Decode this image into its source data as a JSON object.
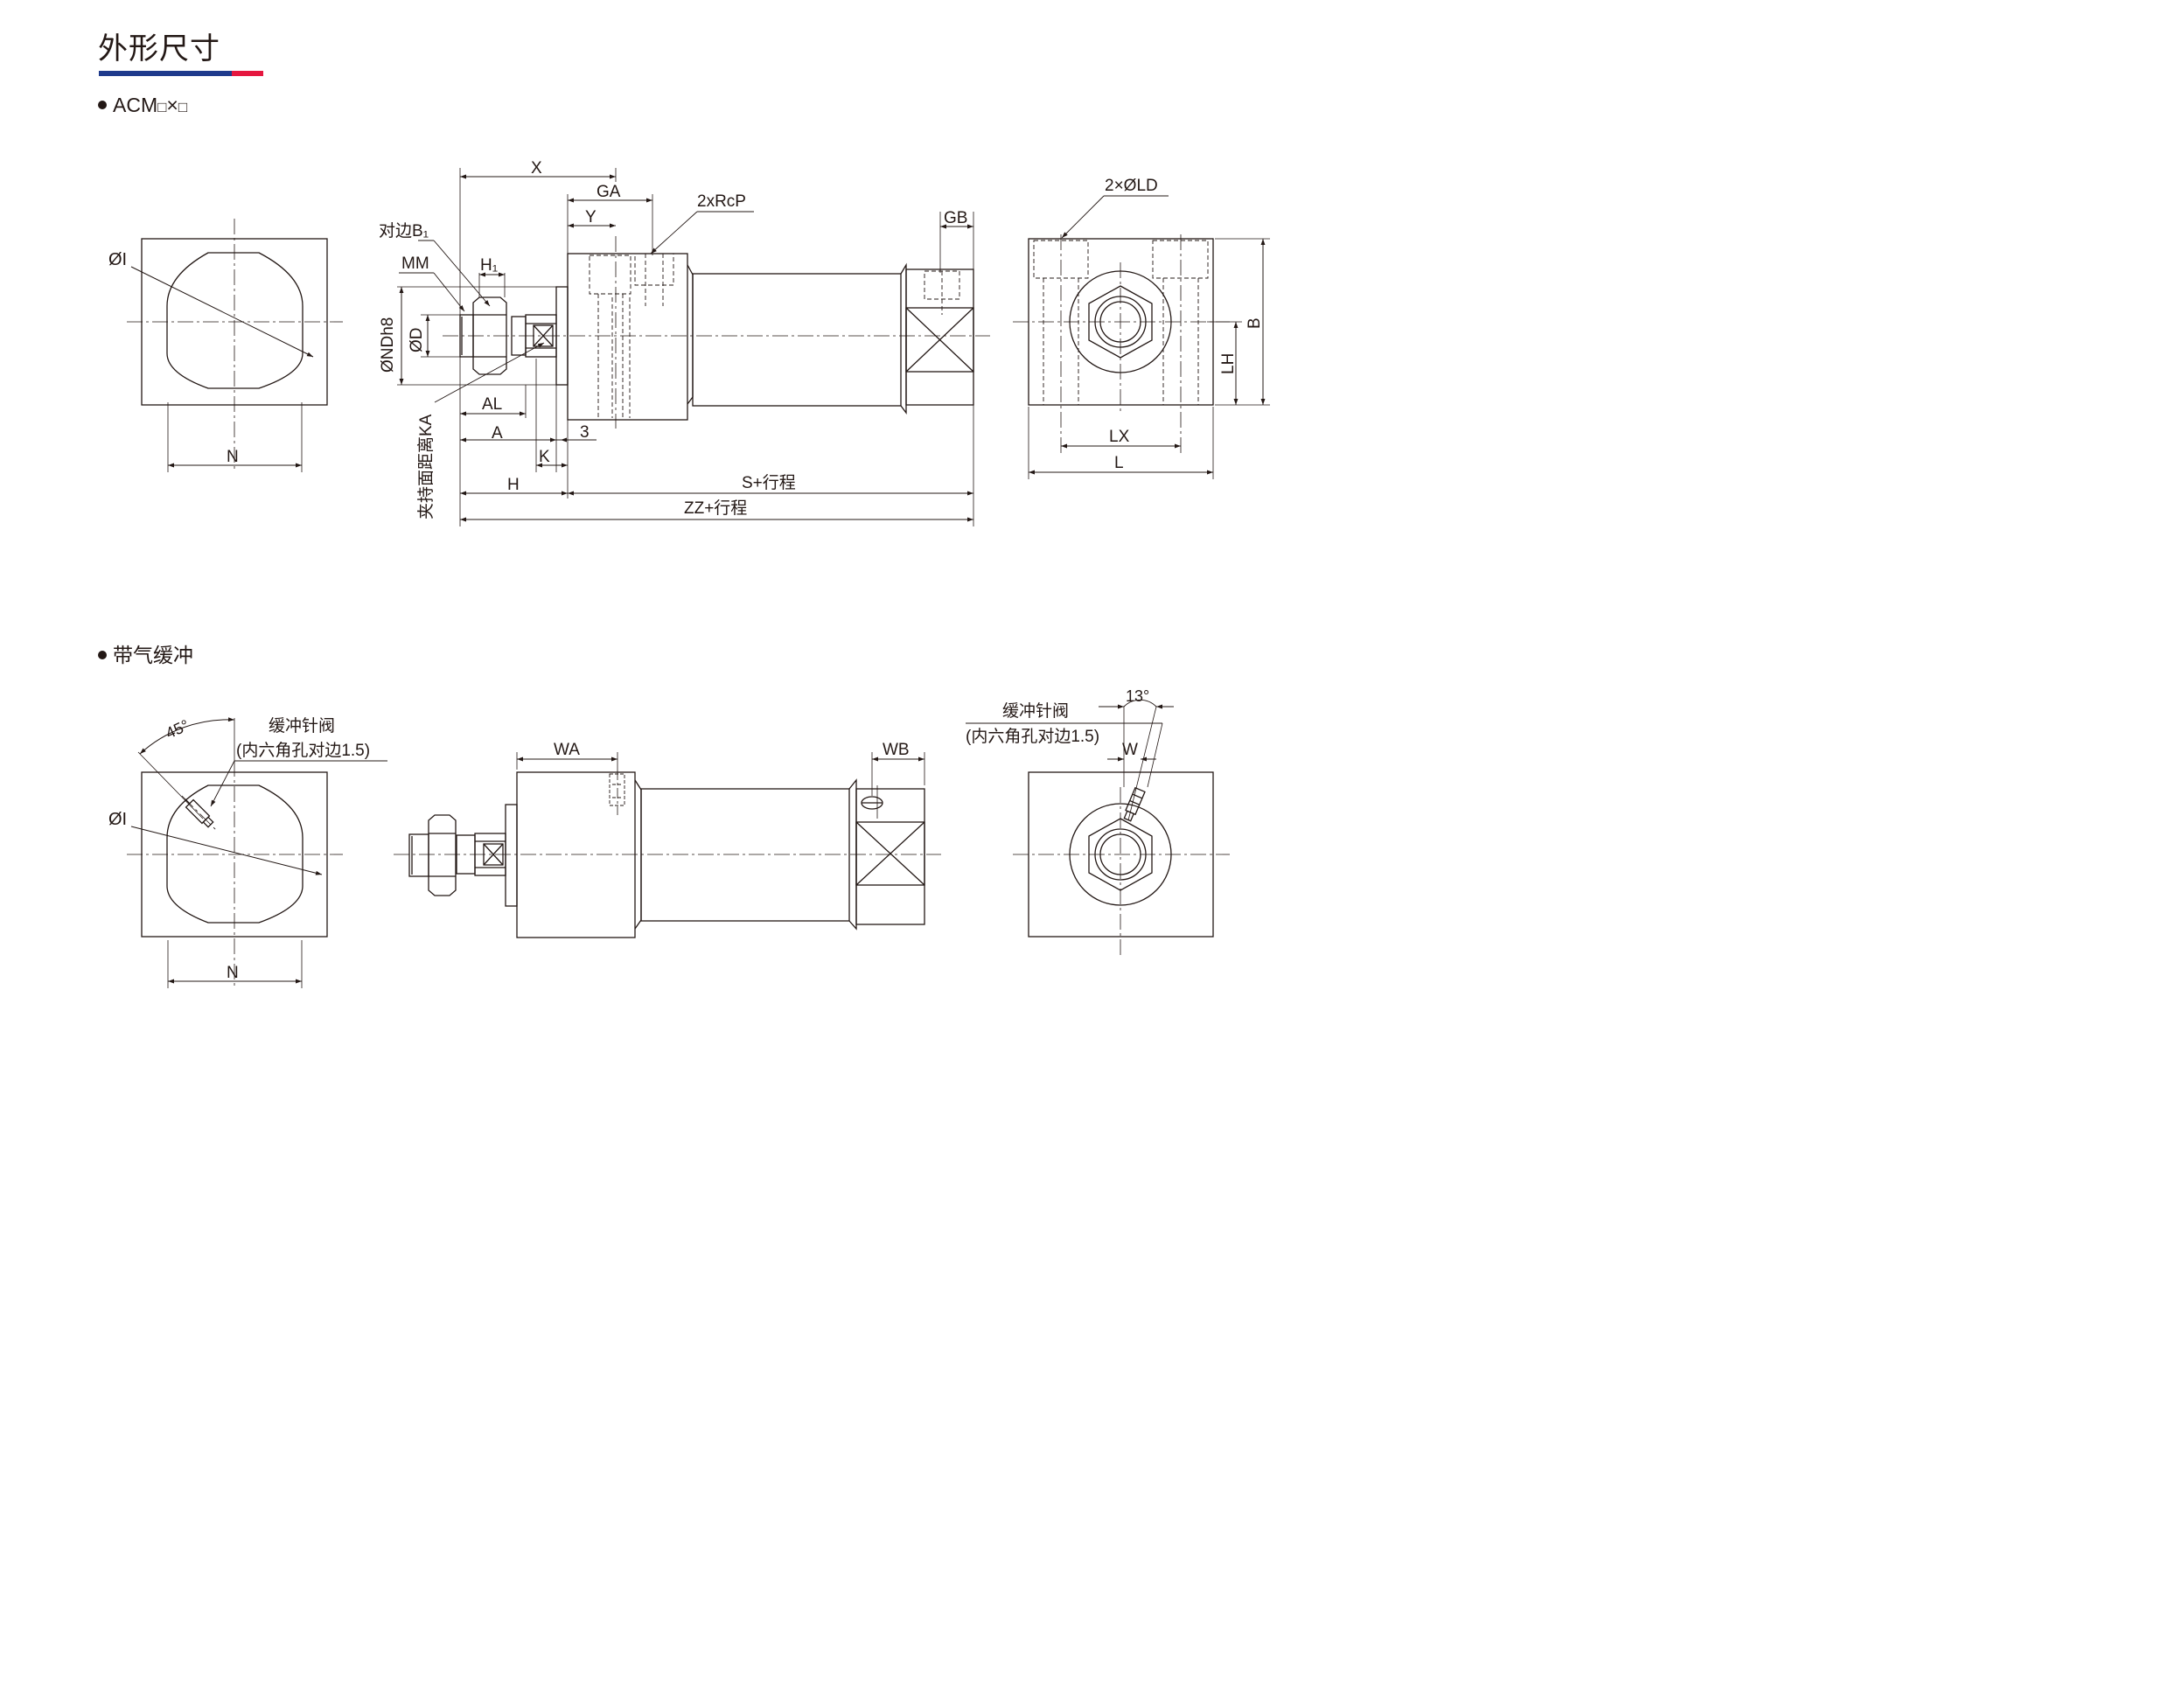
{
  "page": {
    "title": "外形尺寸",
    "colors": {
      "bar_primary": "#1e3a8c",
      "bar_accent": "#e5173f",
      "ink": "#231815"
    }
  },
  "section_standard": {
    "model_prefix": "ACM",
    "model_box_1": "□",
    "model_times": "×",
    "model_box_2": "□"
  },
  "section_cushion": {
    "title": "带气缓冲"
  },
  "labels": {
    "dia_I": "ØI",
    "N": "N",
    "X": "X",
    "GA": "GA",
    "Y": "Y",
    "RcP": "2xRcP",
    "GB": "GB",
    "B1": "对边B₁",
    "MM": "MM",
    "H1": "H₁",
    "NDh8": "ØNDh8",
    "D": "ØD",
    "AL": "AL",
    "A": "A",
    "three": "3",
    "K": "K",
    "H": "H",
    "S_stroke": "S+行程",
    "ZZ_stroke": "ZZ+行程",
    "KA": "夹持面距离KA",
    "LD": "2×ØLD",
    "B": "B",
    "LH": "LH",
    "LX": "LX",
    "L": "L",
    "angle45": "45°",
    "valve": "缓冲针阀",
    "valve_note": "(内六角孔对边1.5)",
    "WA": "WA",
    "WB": "WB",
    "angle13": "13°",
    "W": "W"
  }
}
